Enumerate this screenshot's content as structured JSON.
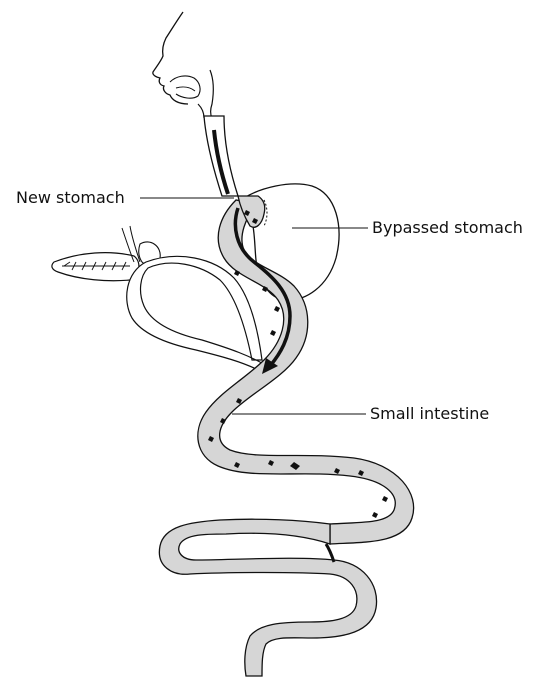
{
  "labels": {
    "new_stomach": "New stomach",
    "bypassed_stomach": "Bypassed stomach",
    "small_intestine": "Small intestine"
  },
  "colors": {
    "line": "#111111",
    "tract_fill": "#d6d6d6",
    "food": "#111111",
    "background": "#ffffff"
  }
}
